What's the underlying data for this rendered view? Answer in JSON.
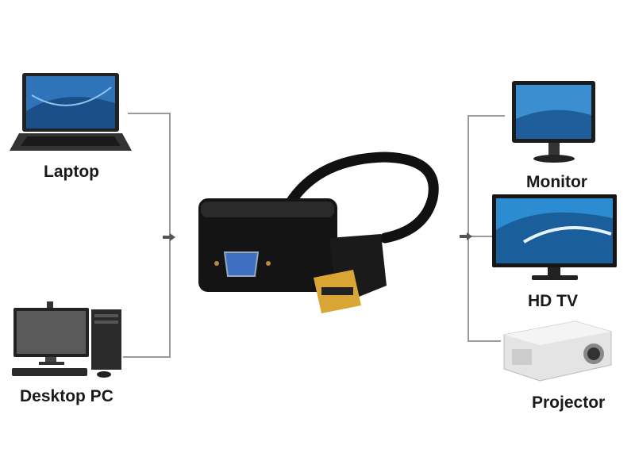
{
  "sources": [
    {
      "id": "laptop",
      "label": "Laptop",
      "icon": "laptop-icon"
    },
    {
      "id": "desktop",
      "label": "Desktop PC",
      "icon": "desktop-pc-icon"
    }
  ],
  "adapter": {
    "icon": "displayport-to-vga-adapter-icon"
  },
  "outputs": [
    {
      "id": "monitor",
      "label": "Monitor",
      "icon": "monitor-icon"
    },
    {
      "id": "hdtv",
      "label": "HD TV",
      "icon": "tv-icon"
    },
    {
      "id": "projector",
      "label": "Projector",
      "icon": "projector-icon"
    }
  ],
  "colors": {
    "connector_line": "#9a9a9a",
    "arrow": "#555555",
    "label": "#1a1a1a"
  }
}
